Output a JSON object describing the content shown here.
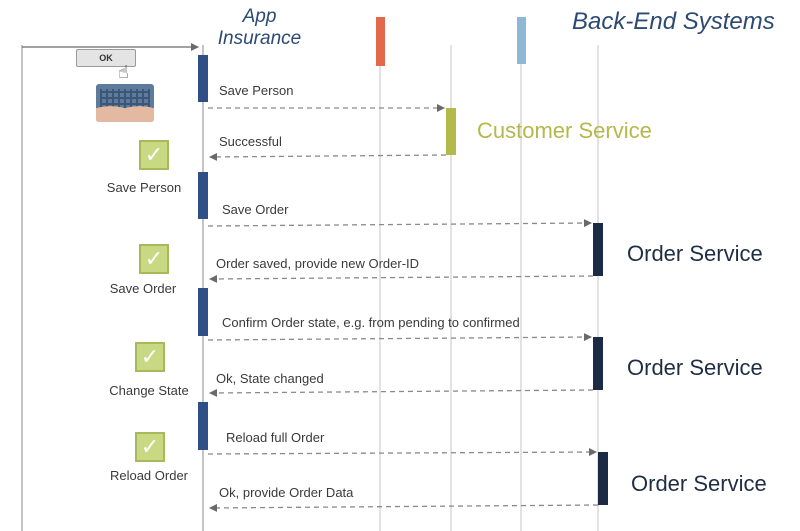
{
  "header": {
    "app_title": "App\nInsurance",
    "backend_title": "Back-End Systems"
  },
  "ui_icons": {
    "ok_button_label": "OK",
    "pointer_icon": "hand-pointer-icon",
    "keyboard_icon": "typing-hands-icon"
  },
  "services": {
    "customer": "Customer Service",
    "order_1": "Order Service",
    "order_2": "Order Service",
    "order_3": "Order Service"
  },
  "messages": [
    "Save Person",
    "Successful",
    "Save Order",
    "Order saved, provide new Order-ID",
    "Confirm Order state, e.g. from pending to confirmed",
    "Ok, State changed",
    "Reload full Order",
    "Ok, provide Order Data"
  ],
  "steps": [
    {
      "label": "Save Person",
      "icon": "checkmark-icon"
    },
    {
      "label": "Save Order",
      "icon": "checkmark-icon"
    },
    {
      "label": "Change State",
      "icon": "checkmark-icon"
    },
    {
      "label": "Reload Order",
      "icon": "checkmark-icon"
    }
  ],
  "colors": {
    "app_activation": "#2f4f86",
    "customer_activation": "#b5b84a",
    "order_activation": "#1c2a44",
    "red_lifeline_marker": "#e2694a",
    "blue_lifeline_marker": "#8fb8d6",
    "arrow_line": "#8a8a8a",
    "check_fill": "#c9d883"
  }
}
